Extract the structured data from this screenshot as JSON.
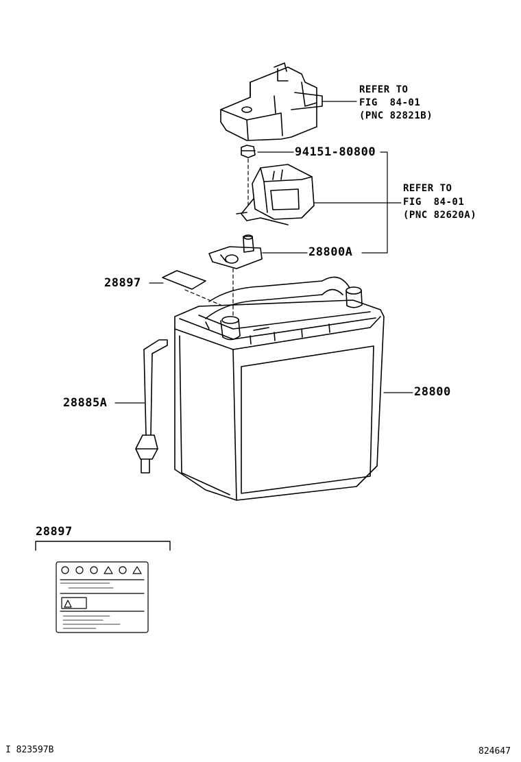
{
  "callouts": {
    "relay_cover_ref": [
      "REFER TO",
      "FIG  84-01",
      "(PNC 82821B)"
    ],
    "relay_ref": [
      "REFER TO",
      "FIG  84-01",
      "(PNC 82620A)"
    ],
    "nut_part": "94151-80800",
    "clamp_part": "28800A",
    "label_part": "28897",
    "battery_part": "28800",
    "bolt_part": "28885A"
  },
  "detail": {
    "heading": "28897"
  },
  "footer": {
    "left_code": "I 823597B",
    "right_code": "824647"
  }
}
